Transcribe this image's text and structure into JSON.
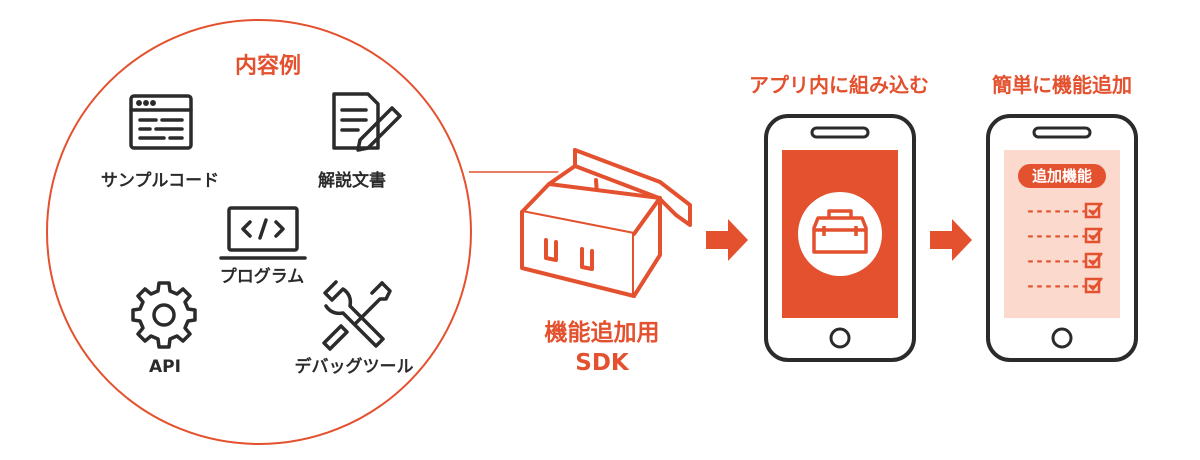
{
  "colors": {
    "accent": "#e4512f",
    "dark": "#2b2b2b",
    "light_panel": "#fbd9cd"
  },
  "contents_circle": {
    "title": "内容例",
    "items": [
      {
        "icon": "code-window-icon",
        "label": "サンプルコード"
      },
      {
        "icon": "document-edit-icon",
        "label": "解説文書"
      },
      {
        "icon": "laptop-code-icon",
        "label": "プログラム"
      },
      {
        "icon": "gear-icon",
        "label": "API"
      },
      {
        "icon": "tools-icon",
        "label": "デバッグツール"
      }
    ]
  },
  "toolbox": {
    "icon": "toolbox-icon",
    "label_line1": "機能追加用",
    "label_line2": "SDK"
  },
  "step_embed": {
    "title": "アプリ内に組み込む",
    "icon": "smartphone-toolbox-icon"
  },
  "step_feature": {
    "title": "簡単に機能追加",
    "icon": "smartphone-checklist-icon",
    "panel_title": "追加機能",
    "rows": [
      "--------",
      "--------",
      "--------",
      "--------"
    ]
  },
  "arrows": [
    "arrow-right-icon",
    "arrow-right-icon"
  ]
}
